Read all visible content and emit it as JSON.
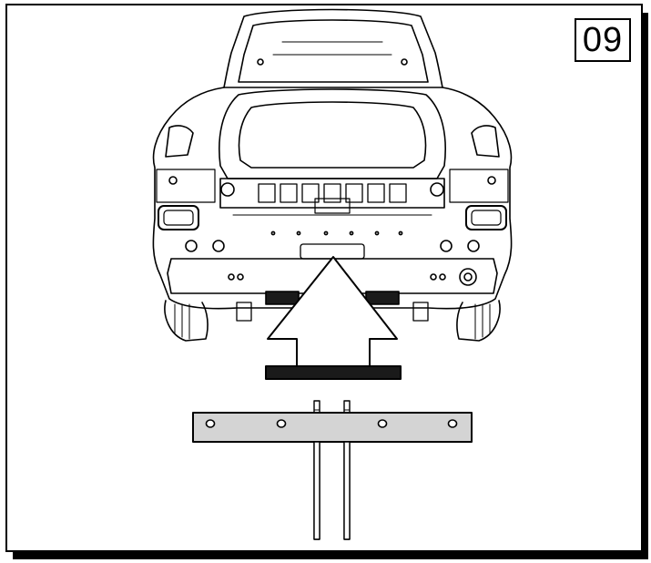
{
  "step": {
    "number": "09"
  },
  "colors": {
    "line": "#000000",
    "background": "#ffffff",
    "bracket_fill": "#d4d4d4",
    "arrow_base": "#1a1a1a"
  },
  "icons": {
    "vehicle": "car-rear-view-drawing",
    "direction": "install-direction-arrow",
    "part": "tow-bar-mounting-bracket-with-studs"
  }
}
